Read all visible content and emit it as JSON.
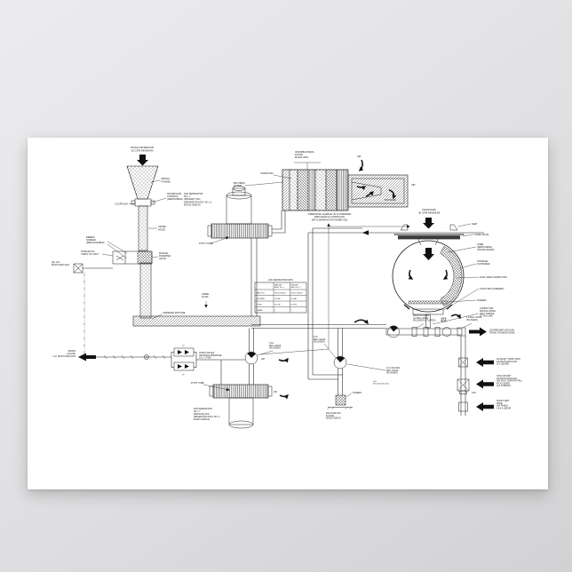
{
  "colors": {
    "background": "#e2e2e4",
    "poster": "#ffffff",
    "ink": "#1c1c1c"
  },
  "labels": {
    "air": "AIR",
    "tp": "TP",
    "screen": "SCREEN",
    "pitot_tube": "PITOT TUBE",
    "urinal_inlet": [
      "WASH WATER/AIR",
      "10 CFM MINIMUM"
    ],
    "urinal_funnel": [
      "URINAL",
      "FUNNEL"
    ],
    "coupling": "COUPLING",
    "odor_foam": [
      "ODOR/FOAM",
      "CONTROL",
      "(REMOVABLE)"
    ],
    "urine_hose": [
      "URINE",
      "HOSE"
    ],
    "debris_screen": [
      "DEBRIS",
      "SCREEN",
      "(REPLACEABLE)"
    ],
    "hose_block": [
      "HOSE BLOCK",
      "CHECK VLV ASSY"
    ],
    "manual_diverter": [
      "MANUAL",
      "DIVERTER",
      "VALVE"
    ],
    "seal_qd": [
      "QD, G.D.",
      "MC276-0020-2102"
    ],
    "urine_air_mixture": "URINE/AIR MIXTURE",
    "urine_flow": [
      "URINE",
      "FLOW"
    ],
    "waste_qd": [
      "WASTE",
      "(LIQUID)",
      "G.D. MC276-0020-2104"
    ],
    "fan_sep_1": [
      "FAN SEPARATOR",
      "NO. 1",
      "(PRIMARY FAN",
      "SEPARATOR ASSY NO. 1)",
      "MC621-0058-01"
    ],
    "fan_sep_2": [
      "FAN SEPARATOR",
      "NO. 2",
      "(BACKUP) FAN",
      "SEPARATOR ASSY NO. 2",
      "MC621-0058-02"
    ],
    "charcoal": "CHARCOAL",
    "bacteria_filter": [
      "BACTERIA",
      "FILTER"
    ],
    "odor_bacteria_filter": [
      "ODOR/BACTERIA",
      "FILTER",
      "MC621-0064"
    ],
    "muffler": "MUFFLER",
    "operating_handle": [
      "OPERATING HANDLE UP & FORWARD",
      "(MECHANICAL INTERLOCK",
      "WITH SEPARATOR POWER ON)"
    ],
    "feces_inlet": [
      "FECES/AIR",
      "30 CFM MINIMUM"
    ],
    "seat": "SEAT",
    "slide_valve": "SLIDE VALVE",
    "liner": [
      "LINER",
      "(REMOVABLE)",
      "(HOLDS FECES)"
    ],
    "storage_container": [
      "STORAGE",
      "CONTAINER"
    ],
    "dual_vane": "DUAL VANE COMPACTOR",
    "latch_box": "LATCH BOX ASSEMBLY",
    "compactor": [
      "COMPACTOR",
      "MANUAL DRIVE",
      "(MAX TORQUE",
      "AT VACUUM)"
    ],
    "press_holder": [
      "PRESS HOLDER",
      "3-2 BALL VALVE",
      "(PLUNGER ACTUATED)"
    ],
    "ball_12": [
      "1-2 BALL VALVE",
      "(PLUNGER)"
    ],
    "overboard": [
      "(OVERBOARD VACUUM)",
      "TRASH STOWAGE MODE"
    ],
    "aux_vent": [
      "AUXILIARY TRASH VENT",
      "QD MC276-0020-1102",
      "(2-3 LBS/HR)"
    ],
    "vac_vent": [
      "VACUUM VENT",
      "QD MC276-0020-1101",
      "(ON FOOT SUPPORT PNL)",
      "40-70 LBS/HR",
      "(2-4.5 LBS/HR)"
    ],
    "trash_vent": [
      "TRASH VENT",
      "HOSE",
      "(ON PANEL)",
      "2.8-4.4 LBS/HR"
    ],
    "cap": "CAP",
    "qd_1101": [
      "Q.D.",
      "MC276-0020-1101"
    ],
    "ball_315": [
      "3-15",
      "BALL VALVE",
      "(PLUNGER)"
    ],
    "ball_012": [
      "0-12 VACUUM",
      "BALL VALVE",
      "(PLUNGER)"
    ],
    "wall_flange": [
      "WALL/AIRLOCK",
      "FLANGE",
      "MC621-0058-03"
    ],
    "check_valves": [
      "CHECK VALVES",
      "CRACKING PRESSURE",
      "0.5 ± .2 PSID"
    ],
    "ball_32a": [
      "3-2A",
      "BALL VALVE",
      "(PLUNGER)"
    ]
  },
  "table": {
    "title": "FAN SEPARATOR DATA",
    "col1": [
      "FAN SEP",
      "ASSY NO. 1"
    ],
    "col2": [
      "FAN SEP",
      "ASSY NO. 2"
    ],
    "rows": [
      {
        "name": "PART NO.",
        "v1": "MC621-0058-01",
        "v2": "MC621-0058-02"
      },
      {
        "name": "VOLTAGE",
        "v1": "115 VAC",
        "v2": "115 VAC"
      },
      {
        "name": "FLOW",
        "v1": "30 CFM",
        "v2": "30 CFM"
      },
      {
        "name": "PHASE",
        "v1": "3",
        "v2": "3"
      }
    ]
  }
}
